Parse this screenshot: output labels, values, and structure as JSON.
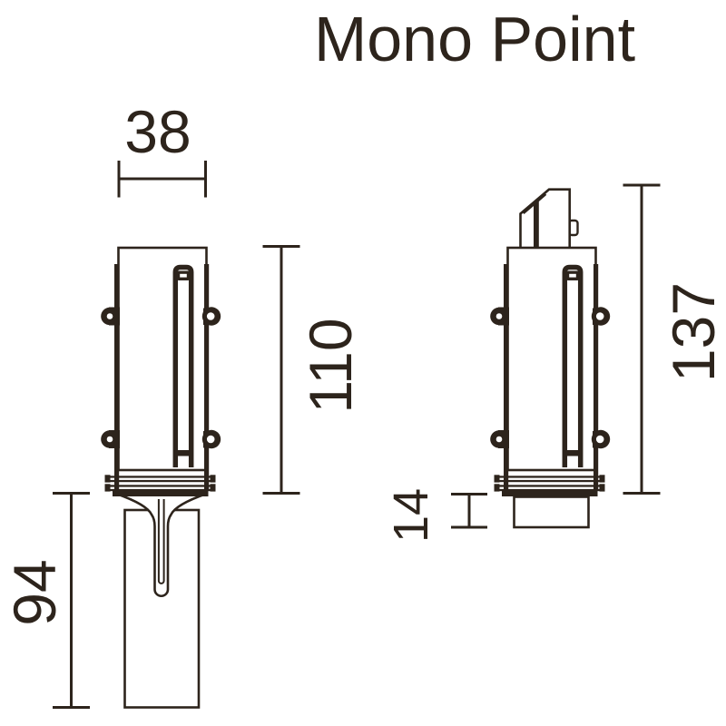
{
  "title": "Mono Point",
  "colors": {
    "line_color": "#2d241c",
    "background": "#ffffff"
  },
  "dimensions_mm": {
    "width": "38",
    "body_height": "110",
    "recessed_depth": "94",
    "overall_height": "137",
    "collar_height": "14"
  }
}
